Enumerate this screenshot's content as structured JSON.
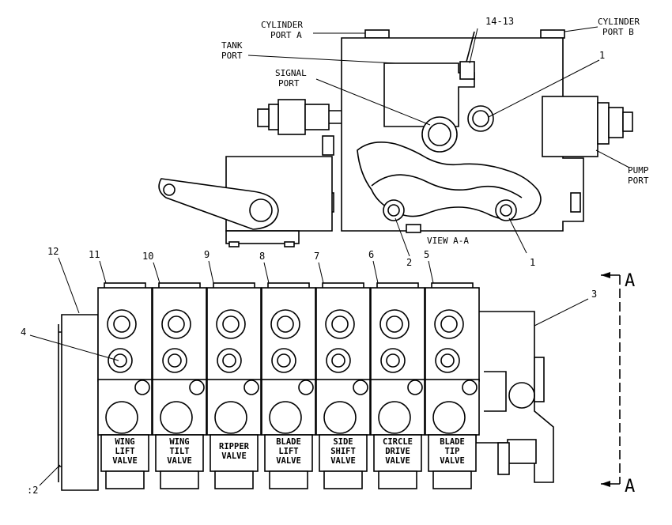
{
  "view_a_a": {
    "labels": {
      "cylinder_port_a": [
        "CYLINDER",
        "PORT A"
      ],
      "cylinder_port_b": [
        "CYLINDER",
        "PORT B"
      ],
      "tank_port": [
        "TANK",
        "PORT"
      ],
      "signal_port": [
        "SIGNAL",
        "PORT"
      ],
      "pump_port": [
        "PUMP",
        "PORT"
      ],
      "view_title": "VIEW A-A"
    },
    "callouts": {
      "c14_13": "14-13",
      "c1_top": "1",
      "c2": "2",
      "c1_bottom": "1"
    }
  },
  "valve_bank": {
    "callouts": {
      "c12": "12",
      "c11": "11",
      "c10": "10",
      "c9": "9",
      "c8": "8",
      "c7": "7",
      "c6": "6",
      "c5": "5",
      "c3": "3",
      "c4": "4",
      "c2": ":2"
    },
    "section_marks": {
      "top": "A",
      "bottom": "A"
    },
    "valves": [
      {
        "name": "wing-lift-valve",
        "lines": [
          "WING",
          "LIFT",
          "VALVE"
        ]
      },
      {
        "name": "wing-tilt-valve",
        "lines": [
          "WING",
          "TILT",
          "VALVE"
        ]
      },
      {
        "name": "ripper-valve",
        "lines": [
          "RIPPER",
          "VALVE"
        ]
      },
      {
        "name": "blade-lift-valve",
        "lines": [
          "BLADE",
          "LIFT",
          "VALVE"
        ]
      },
      {
        "name": "side-shift-valve",
        "lines": [
          "SIDE",
          "SHIFT",
          "VALVE"
        ]
      },
      {
        "name": "circle-drive-valve",
        "lines": [
          "CIRCLE",
          "DRIVE",
          "VALVE"
        ]
      },
      {
        "name": "blade-tip-valve",
        "lines": [
          "BLADE",
          "TIP",
          "VALVE"
        ]
      }
    ]
  }
}
